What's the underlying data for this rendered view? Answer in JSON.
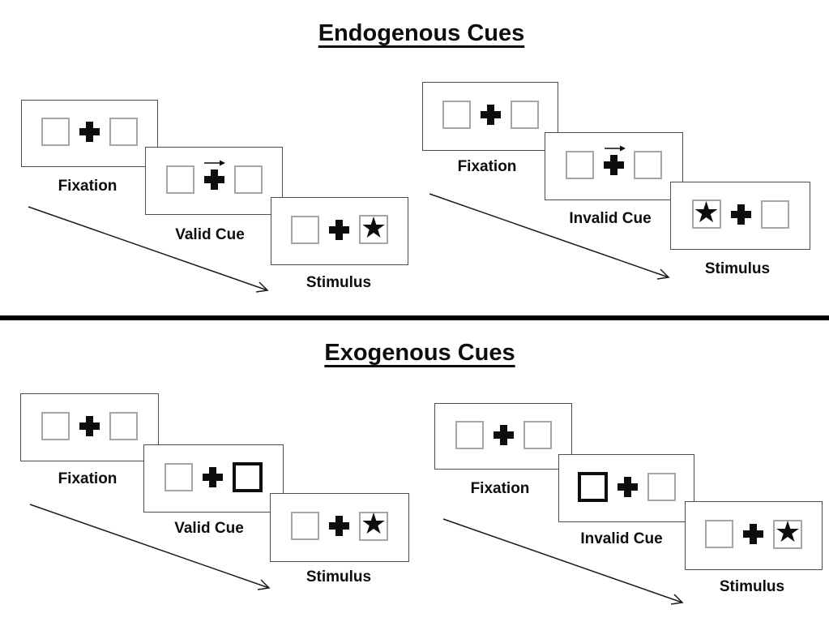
{
  "sections": [
    {
      "title": "Endogenous Cues"
    },
    {
      "title": "Exogenous Cues"
    }
  ],
  "glyphs": {
    "star": "★"
  },
  "colors": {
    "panel_border": "#4d4d4d",
    "placeholder_square_border": "#a6a6a6",
    "peripheral_cue_border": "#0d0d0d",
    "ink": "#0d0d0d",
    "divider": "#000000"
  },
  "groups": [
    {
      "name": "endogenous-valid",
      "steps": [
        {
          "label": "Fixation"
        },
        {
          "label": "Valid Cue"
        },
        {
          "label": "Stimulus"
        }
      ]
    },
    {
      "name": "endogenous-invalid",
      "steps": [
        {
          "label": "Fixation"
        },
        {
          "label": "Invalid Cue"
        },
        {
          "label": "Stimulus"
        }
      ]
    },
    {
      "name": "exogenous-valid",
      "steps": [
        {
          "label": "Fixation"
        },
        {
          "label": "Valid Cue"
        },
        {
          "label": "Stimulus"
        }
      ]
    },
    {
      "name": "exogenous-invalid",
      "steps": [
        {
          "label": "Fixation"
        },
        {
          "label": "Invalid Cue"
        },
        {
          "label": "Stimulus"
        }
      ]
    }
  ]
}
